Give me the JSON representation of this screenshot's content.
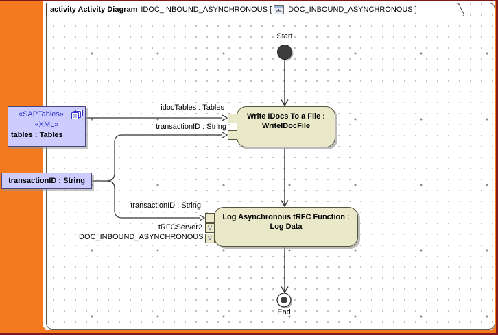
{
  "tab": {
    "kind_label": "activity Activity Diagram",
    "diagram_name": "IDOC_INBOUND_ASYNCHRONOUS",
    "bracket_open": "[",
    "context_name": "IDOC_INBOUND_ASYNCHRONOUS",
    "bracket_close": "]"
  },
  "nodes": {
    "start": {
      "label": "Start"
    },
    "action_write": {
      "line1": "Write IDocs To a File :",
      "line2": "WriteIDocFile"
    },
    "action_log": {
      "line1": "Log Asynchronous tRFC Function :",
      "line2": "Log Data"
    },
    "end": {
      "label": "End"
    }
  },
  "object_nodes": {
    "sap_tables": {
      "stereotype1": "«SAPTables»",
      "stereotype2": "«XML»",
      "name": "tables : Tables",
      "icon": "cascade-copies-icon"
    },
    "transaction_id": {
      "name": "transactionID : String"
    }
  },
  "edge_labels": {
    "idoc_tables": "idocTables : Tables",
    "transaction_id_upper": "transactionID : String",
    "transaction_id_lower": "transactionID : String",
    "trfc_server": "tRFCServer2",
    "idoc_inbound": "IDOC_INBOUND_ASYNCHRONOUS"
  },
  "pins": {
    "value_pin_glyph": "V"
  },
  "colors": {
    "app_background_orange": "#F57A1F",
    "window_border_maroon": "#7F1A1A",
    "action_fill": "#E9E9C9",
    "action_border": "#54543C",
    "object_fill": "#CCCCFF",
    "object_border": "#46467D",
    "stereotype_blue": "#3232C8",
    "node_dark": "#3D3D3D"
  }
}
